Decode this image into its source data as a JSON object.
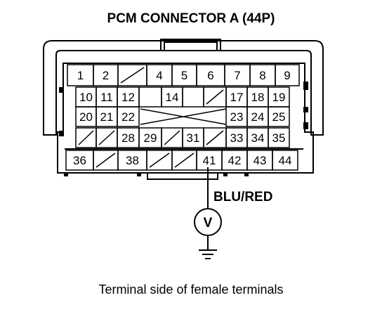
{
  "title": "PCM CONNECTOR A (44P)",
  "wire_label": "BLU/RED",
  "meter_symbol": "V",
  "caption": "Terminal side of female terminals",
  "rows": [
    [
      "1",
      "2",
      "",
      "4",
      "5",
      "6",
      "7",
      "8",
      "9"
    ],
    [
      "10",
      "11",
      "12",
      "",
      "14",
      "",
      "",
      "17",
      "18",
      "19"
    ],
    [
      "20",
      "21",
      "22",
      "",
      "",
      "",
      "",
      "23",
      "24",
      "25"
    ],
    [
      "",
      "",
      "28",
      "29",
      "",
      "31",
      "",
      "33",
      "34",
      "35"
    ],
    [
      "36",
      "",
      "38",
      "",
      "",
      "41",
      "42",
      "43",
      "44"
    ]
  ],
  "probed_terminal": "41",
  "ground_icon": "ground-icon",
  "voltmeter_icon": "voltmeter-icon"
}
